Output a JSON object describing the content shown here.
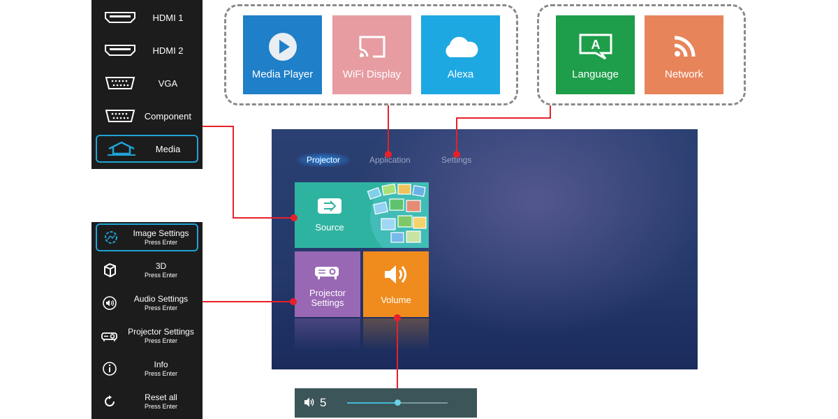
{
  "source_menu": {
    "items": [
      {
        "label": "HDMI 1",
        "icon": "hdmi-port-icon"
      },
      {
        "label": "HDMI 2",
        "icon": "hdmi-port-icon"
      },
      {
        "label": "VGA",
        "icon": "vga-port-icon"
      },
      {
        "label": "Component",
        "icon": "component-port-icon"
      },
      {
        "label": "Media",
        "icon": "home-icon",
        "selected": true
      }
    ]
  },
  "settings_menu": {
    "items": [
      {
        "title": "Image Settings",
        "hint": "Press Enter",
        "icon": "image-settings-icon",
        "selected": true
      },
      {
        "title": "3D",
        "hint": "Press Enter",
        "icon": "cube-3d-icon"
      },
      {
        "title": "Audio Settings",
        "hint": "Press Enter",
        "icon": "speaker-icon"
      },
      {
        "title": "Projector Settings",
        "hint": "Press Enter",
        "icon": "projector-icon"
      },
      {
        "title": "Info",
        "hint": "Press Enter",
        "icon": "info-icon"
      },
      {
        "title": "Reset all",
        "hint": "Press Enter",
        "icon": "reset-icon"
      }
    ]
  },
  "application_apps": [
    {
      "label": "Media Player",
      "icon": "play-icon",
      "color": "#1f7fc8"
    },
    {
      "label": "WiFi Display",
      "icon": "cast-icon",
      "color": "#e69ca1"
    },
    {
      "label": "Alexa",
      "icon": "cloud-icon",
      "color": "#1ea8e2"
    }
  ],
  "settings_apps": [
    {
      "label": "Language",
      "icon": "language-icon",
      "color": "#1e9e4a"
    },
    {
      "label": "Network",
      "icon": "network-icon",
      "color": "#e8845a"
    }
  ],
  "main_screen": {
    "tabs": [
      "Projector",
      "Application",
      "Settings"
    ],
    "active_tab": "Projector",
    "tiles": {
      "source": {
        "label": "Source",
        "color": "#2fb3a1"
      },
      "projector_settings": {
        "label": "Projector\nSettings",
        "color": "#9968b4"
      },
      "volume": {
        "label": "Volume",
        "color": "#f08c1e"
      }
    }
  },
  "volume_bar": {
    "value": "5",
    "level": 0.5
  },
  "colors": {
    "accent": "#1fa3d6",
    "callout": "#e8202a"
  }
}
